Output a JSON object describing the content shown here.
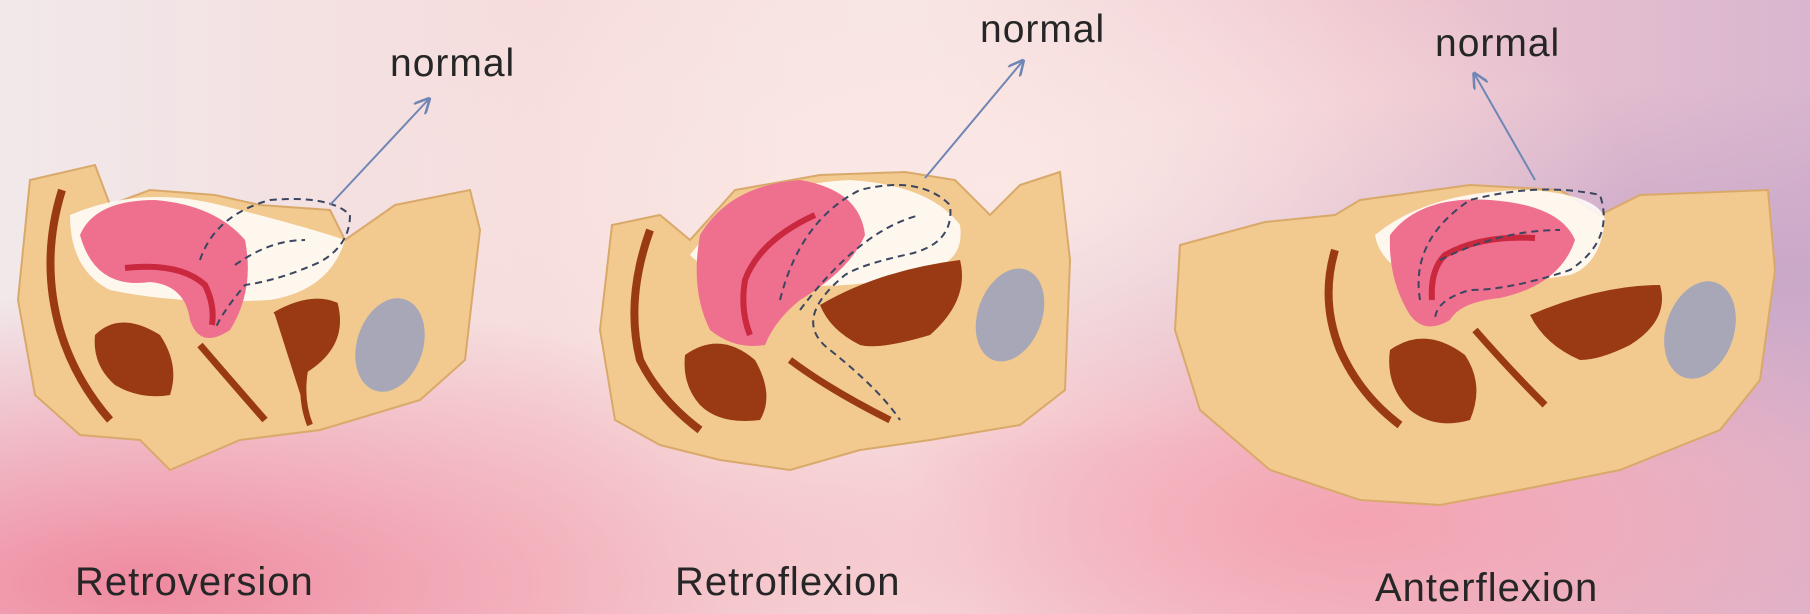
{
  "panels": [
    {
      "title": "Retroversion",
      "marker": "normal"
    },
    {
      "title": "Retroflexion",
      "marker": "normal"
    },
    {
      "title": "Anterflexion",
      "marker": "normal"
    }
  ],
  "colors": {
    "tissue": "#f2c98f",
    "tissue_edge": "#d9a96a",
    "organ": "#9a3a14",
    "uterus": "#ef6f8f",
    "rectum_gray": "#a7a7b8",
    "arrow": "#6f86b5"
  }
}
